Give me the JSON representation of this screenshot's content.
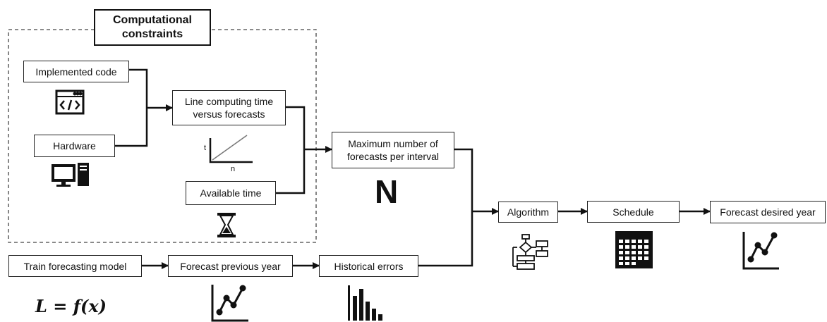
{
  "constraints": {
    "title_line1": "Computational",
    "title_line2": "constraints"
  },
  "boxes": {
    "implemented_code": "Implemented code",
    "hardware": "Hardware",
    "line_time_1": "Line computing time",
    "line_time_2": "versus forecasts",
    "available_time": "Available time",
    "max_forecasts_1": "Maximum number of",
    "max_forecasts_2": "forecasts per interval",
    "algorithm": "Algorithm",
    "schedule": "Schedule",
    "forecast_desired": "Forecast desired year",
    "train_model": "Train forecasting model",
    "forecast_previous": "Forecast previous year",
    "historical_errors": "Historical errors"
  },
  "mini_plot": {
    "y_label": "t",
    "x_label": "n"
  },
  "max_symbol": "N",
  "formula": "L = f(x)",
  "icons": [
    "code-window-icon",
    "computer-icon",
    "hourglass-icon",
    "flowchart-icon",
    "calendar-icon",
    "line-chart-icon",
    "bar-chart-icon"
  ],
  "colors": {
    "stroke": "#222222",
    "fill": "#ffffff"
  }
}
